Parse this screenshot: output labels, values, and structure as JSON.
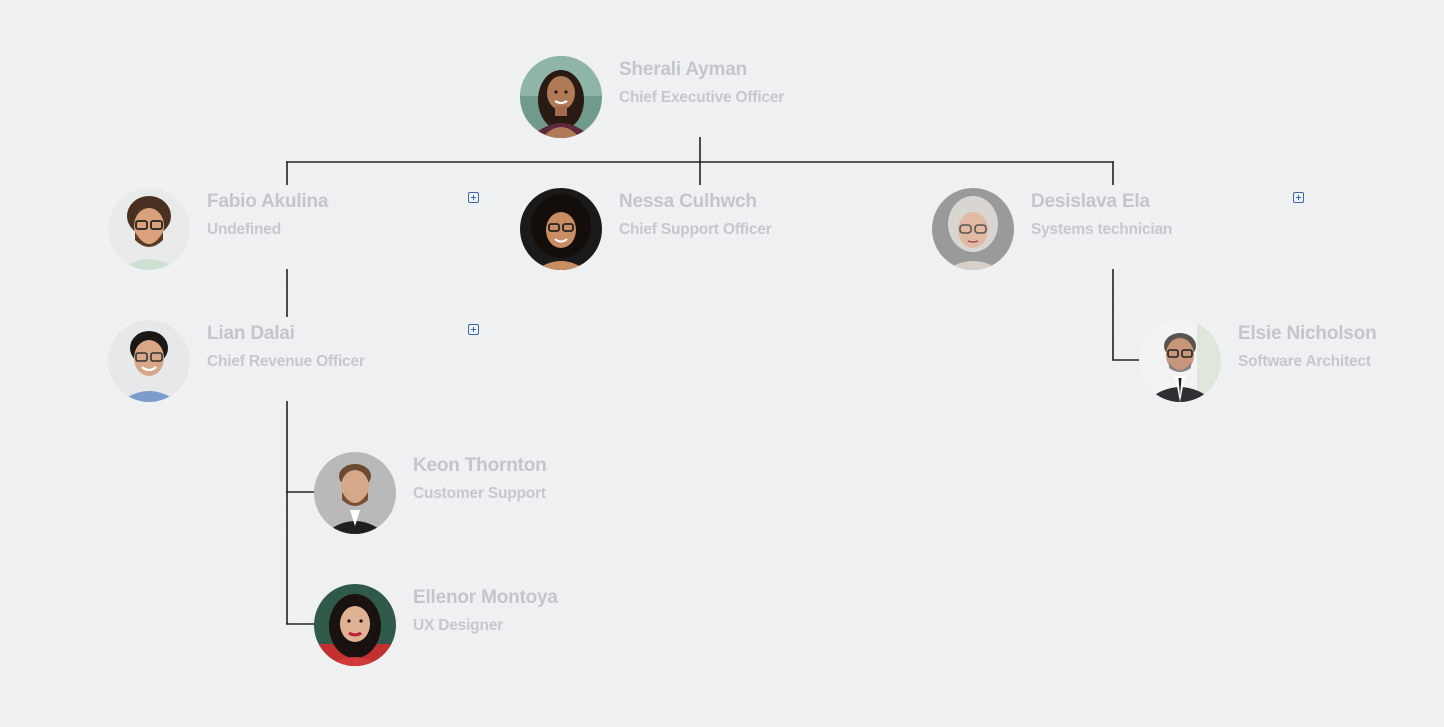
{
  "org_chart": {
    "nodes": [
      {
        "id": "sherali",
        "name": "Sherali Ayman",
        "role": "Chief Executive Officer",
        "has_expand_button": false
      },
      {
        "id": "fabio",
        "name": "Fabio Akulina",
        "role": "Undefined",
        "has_expand_button": true
      },
      {
        "id": "nessa",
        "name": "Nessa Culhwch",
        "role": "Chief Support Officer",
        "has_expand_button": false
      },
      {
        "id": "desislava",
        "name": "Desislava Ela",
        "role": "Systems technician",
        "has_expand_button": true
      },
      {
        "id": "lian",
        "name": "Lian Dalai",
        "role": "Chief Revenue Officer",
        "has_expand_button": true
      },
      {
        "id": "elsie",
        "name": "Elsie Nicholson",
        "role": "Software Architect",
        "has_expand_button": false
      },
      {
        "id": "keon",
        "name": "Keon Thornton",
        "role": "Customer Support",
        "has_expand_button": false
      },
      {
        "id": "ellenor",
        "name": "Ellenor Montoya",
        "role": "UX Designer",
        "has_expand_button": false
      }
    ],
    "edges": [
      {
        "from": "Sherali Ayman",
        "to": "Fabio Akulina"
      },
      {
        "from": "Sherali Ayman",
        "to": "Nessa Culhwch"
      },
      {
        "from": "Sherali Ayman",
        "to": "Desislava Ela"
      },
      {
        "from": "Fabio Akulina",
        "to": "Lian Dalai"
      },
      {
        "from": "Desislava Ela",
        "to": "Elsie Nicholson"
      },
      {
        "from": "Lian Dalai",
        "to": "Keon Thornton"
      },
      {
        "from": "Lian Dalai",
        "to": "Ellenor Montoya"
      }
    ],
    "colors": {
      "background": "#eff0f2",
      "name_text": "#c3c6cc",
      "role_text": "#c5c8ce",
      "connector": "#222222",
      "expand_icon": "#3c6aa4"
    }
  }
}
